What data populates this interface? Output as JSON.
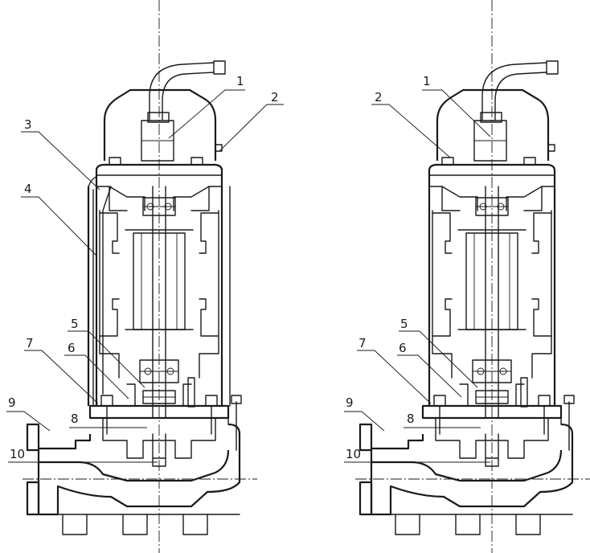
{
  "views": [
    {
      "id": "left",
      "labels": [
        {
          "key": "1",
          "text": "1"
        },
        {
          "key": "2",
          "text": "2"
        },
        {
          "key": "3",
          "text": "3"
        },
        {
          "key": "4",
          "text": "4"
        },
        {
          "key": "5",
          "text": "5"
        },
        {
          "key": "6",
          "text": "6"
        },
        {
          "key": "7",
          "text": "7"
        },
        {
          "key": "8",
          "text": "8"
        },
        {
          "key": "9",
          "text": "9"
        },
        {
          "key": "10",
          "text": "10"
        }
      ]
    },
    {
      "id": "right",
      "labels": [
        {
          "key": "1",
          "text": "1"
        },
        {
          "key": "2",
          "text": "2"
        },
        {
          "key": "5",
          "text": "5"
        },
        {
          "key": "6",
          "text": "6"
        },
        {
          "key": "7",
          "text": "7"
        },
        {
          "key": "8",
          "text": "8"
        },
        {
          "key": "9",
          "text": "9"
        },
        {
          "key": "10",
          "text": "10"
        }
      ]
    }
  ],
  "colors": {
    "ink": "#1a1a1a",
    "paper": "#ffffff"
  }
}
